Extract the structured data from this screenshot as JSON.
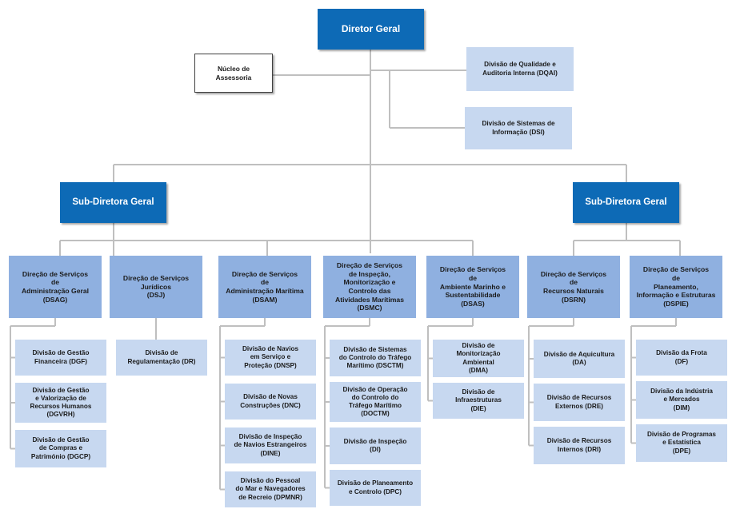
{
  "colors": {
    "primary": "#0d6ab6",
    "direction": "#8fb0e0",
    "division": "#c7d8f0",
    "connector": "#bfbfbf"
  },
  "top": {
    "label": "Diretor Geral"
  },
  "staff": {
    "nucleo": "Núcleo de\nAssessoria",
    "dqai": "Divisão de Qualidade e\nAuditoria Interna (DQAI)",
    "dsi": "Divisão de Sistemas de\nInformação (DSI)"
  },
  "subdirectors": {
    "left": "Sub-Diretora Geral",
    "right": "Sub-Diretora Geral"
  },
  "directorates": [
    {
      "label": "Direção de Serviços\nde\nAdministração Geral\n(DSAG)",
      "divisions": [
        "Divisão de Gestão\nFinanceira (DGF)",
        "Divisão de Gestão\ne Valorização de\nRecursos Humanos\n(DGVRH)",
        "Divisão de Gestão\nde Compras e\nPatrimónio (DGCP)"
      ]
    },
    {
      "label": "Direção de Serviços\nJurídicos\n(DSJ)",
      "divisions": [
        "Divisão de\nRegulamentação (DR)"
      ]
    },
    {
      "label": "Direção de Serviços\nde\nAdministração Marítima\n(DSAM)",
      "divisions": [
        "Divisão de Navios\nem Serviço e\nProteção (DNSP)",
        "Divisão de Novas\nConstruções (DNC)",
        "Divisão de Inspeção\nde Navios Estrangeiros\n(DINE)",
        "Divisão do Pessoal\ndo Mar e Navegadores\nde Recreio (DPMNR)"
      ]
    },
    {
      "label": "Direção de Serviços\nde Inspeção,\nMonitorização e\nControlo das\nAtividades Marítimas\n(DSMC)",
      "divisions": [
        "Divisão de Sistemas\ndo Controlo do Tráfego\nMarítimo (DSCTM)",
        "Divisão de Operação\ndo Controlo do\nTráfego Marítimo\n(DOCTM)",
        "Divisão de Inspeção\n(DI)",
        "Divisão de Planeamento\ne Controlo (DPC)"
      ]
    },
    {
      "label": "Direção de Serviços\nde\nAmbiente Marinho e\nSustentabilidade\n(DSAS)",
      "divisions": [
        "Divisão de\nMonitorização\nAmbiental\n(DMA)",
        "Divisão de\nInfraestruturas\n(DIE)"
      ]
    },
    {
      "label": "Direção de Serviços\nde\nRecursos Naturais\n(DSRN)",
      "divisions": [
        "Divisão de Aquicultura\n(DA)",
        "Divisão de Recursos\nExternos (DRE)",
        "Divisão de Recursos\nInternos (DRI)"
      ]
    },
    {
      "label": "Direção de Serviços\nde\nPlaneamento,\nInformação e Estruturas\n(DSPIE)",
      "divisions": [
        "Divisão da Frota\n(DF)",
        "Divisão da Indústria\ne Mercados\n(DIM)",
        "Divisão de Programas\ne Estatística\n(DPE)"
      ]
    }
  ]
}
